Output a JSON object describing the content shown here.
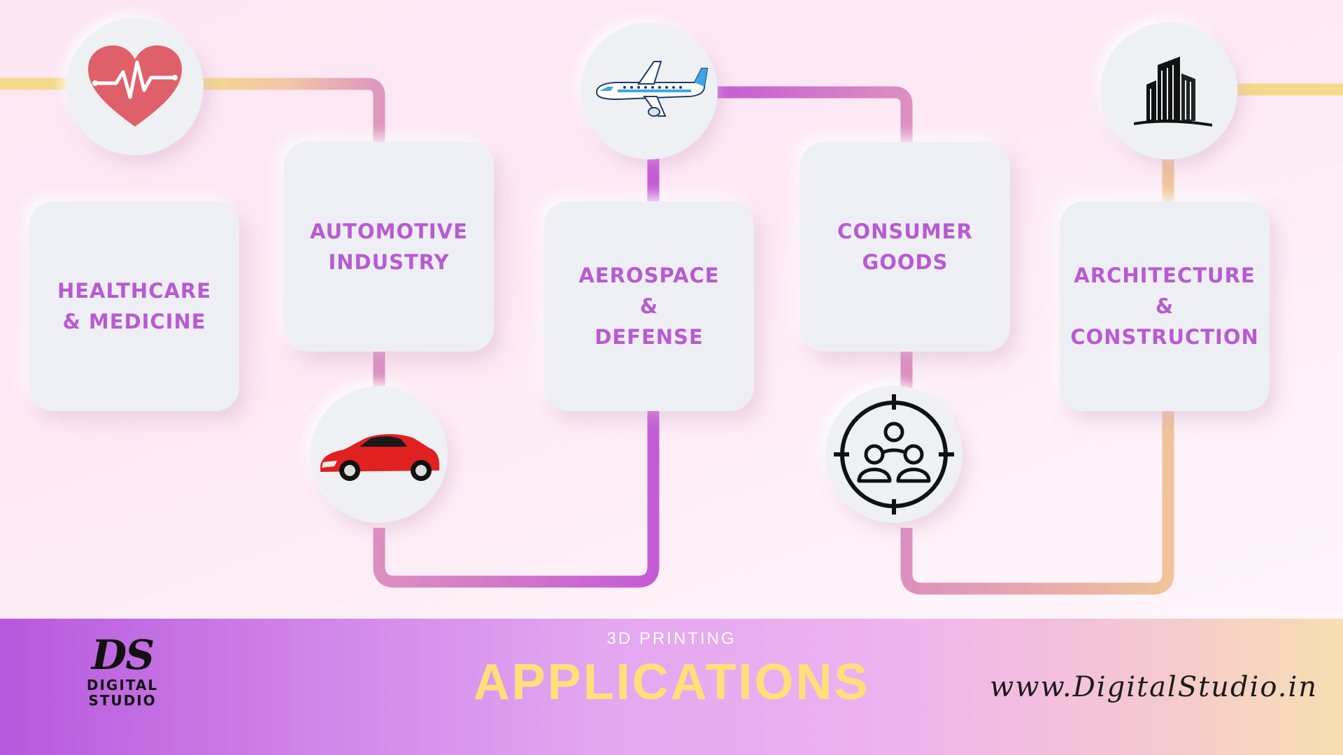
{
  "steps": [
    {
      "label_lines": [
        "HEALTHCARE",
        "& MEDICINE"
      ],
      "icon": "heart-pulse-icon"
    },
    {
      "label_lines": [
        "AUTOMOTIVE",
        "INDUSTRY"
      ],
      "icon": "car-icon"
    },
    {
      "label_lines": [
        "AEROSPACE",
        "&",
        "DEFENSE"
      ],
      "icon": "airplane-icon"
    },
    {
      "label_lines": [
        "CONSUMER",
        "GOODS"
      ],
      "icon": "target-group-icon"
    },
    {
      "label_lines": [
        "ARCHITECTURE",
        "&",
        "CONSTRUCTION"
      ],
      "icon": "building-icon"
    }
  ],
  "footer": {
    "subtitle": "3D PRINTING",
    "title": "APPLICATIONS",
    "logo_mark": "DS",
    "logo_line1": "DIGITAL",
    "logo_line2": "STUDIO",
    "website": "www.DigitalStudio.in"
  },
  "colors": {
    "card_text": "#b85ad2",
    "title": "#fde07a",
    "connector_yellow": "#f5d98a",
    "connector_pink": "#dc8fbf",
    "connector_purple": "#c45bd6",
    "connector_peach": "#f0c39a"
  }
}
